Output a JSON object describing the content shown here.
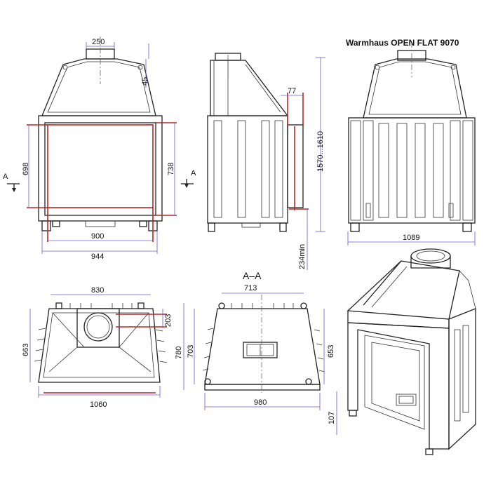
{
  "title": "Warmhaus OPEN FLAT 9070",
  "section_label": "A–A",
  "section_marks": {
    "left": "A",
    "right": "A"
  },
  "front": {
    "flue": "250",
    "top": "45",
    "inner_h": "698",
    "outer_h": "738",
    "width_inner": "900",
    "width_outer": "944"
  },
  "side": {
    "offset": "77",
    "height": "1570...1610",
    "min_h": "234min"
  },
  "back": {
    "width": "1089"
  },
  "top_view": {
    "width_top": "830",
    "depth_right": "203",
    "depth": "663",
    "width_bottom": "1060"
  },
  "section": {
    "width_top": "713",
    "h_left_inner": "703",
    "h_left_outer": "780",
    "h_right": "653",
    "width_bottom": "980",
    "foot": "107"
  }
}
